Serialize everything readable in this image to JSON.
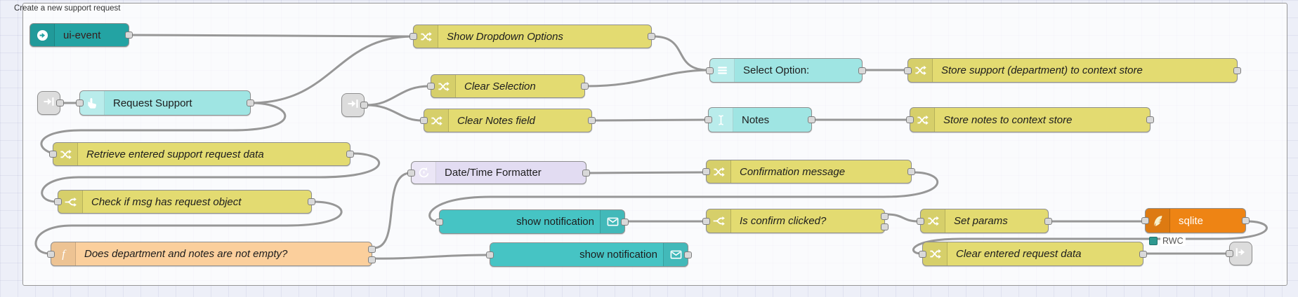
{
  "group": {
    "label": "Create a new support request"
  },
  "nodes": {
    "ui_event": {
      "label": "ui-event",
      "icon": "arrow-circle-icon"
    },
    "show_dropdown": {
      "label": "Show Dropdown Options",
      "icon": "shuffle-icon"
    },
    "link_in_1": {
      "label": "",
      "icon": "link-in-icon"
    },
    "request_support": {
      "label": "Request Support",
      "icon": "hand-click-icon"
    },
    "link_in_2": {
      "label": "",
      "icon": "link-in-icon"
    },
    "clear_selection": {
      "label": "Clear Selection",
      "icon": "shuffle-icon"
    },
    "clear_notes": {
      "label": "Clear Notes field",
      "icon": "shuffle-icon"
    },
    "select_option": {
      "label": "Select Option:",
      "icon": "menu-list-icon"
    },
    "notes": {
      "label": "Notes",
      "icon": "text-cursor-icon"
    },
    "store_support": {
      "label": "Store support (department) to context store",
      "icon": "shuffle-icon"
    },
    "store_notes": {
      "label": "Store notes to context store",
      "icon": "shuffle-icon"
    },
    "retrieve": {
      "label": "Retrieve entered support request data",
      "icon": "shuffle-icon"
    },
    "date_time": {
      "label": "Date/Time Formatter",
      "icon": "timer-icon"
    },
    "confirmation": {
      "label": "Confirmation message",
      "icon": "shuffle-icon"
    },
    "check_msg": {
      "label": "Check if msg has request object",
      "icon": "branch-icon"
    },
    "show_notif_1": {
      "label": "show notification",
      "icon": "envelope-icon"
    },
    "is_confirm": {
      "label": "Is confirm clicked?",
      "icon": "branch-icon"
    },
    "set_params": {
      "label": "Set params",
      "icon": "shuffle-icon"
    },
    "sqlite": {
      "label": "sqlite",
      "icon": "feather-icon",
      "status": "RWC"
    },
    "does_empty": {
      "label": "Does department and notes are not empty?",
      "icon": "function-icon"
    },
    "show_notif_2": {
      "label": "show notification",
      "icon": "envelope-icon"
    },
    "clear_entered": {
      "label": "Clear entered request data",
      "icon": "shuffle-icon"
    },
    "link_out": {
      "label": "",
      "icon": "link-out-icon"
    }
  },
  "colors": {
    "canvas_bg": "#edeff8",
    "group_fill": "#ffffff",
    "wire": "#979797",
    "change_node": "#E3DB71",
    "function_node": "#FBCF9C",
    "widget_node": "#9FE5E3",
    "notify_node": "#46C4C4",
    "ui_event_node": "#23A3A3",
    "formatter_node": "#E2DCF2",
    "sqlite_node": "#EE8414",
    "link_node": "#dcdcdc",
    "status_teal": "#2E9890"
  }
}
